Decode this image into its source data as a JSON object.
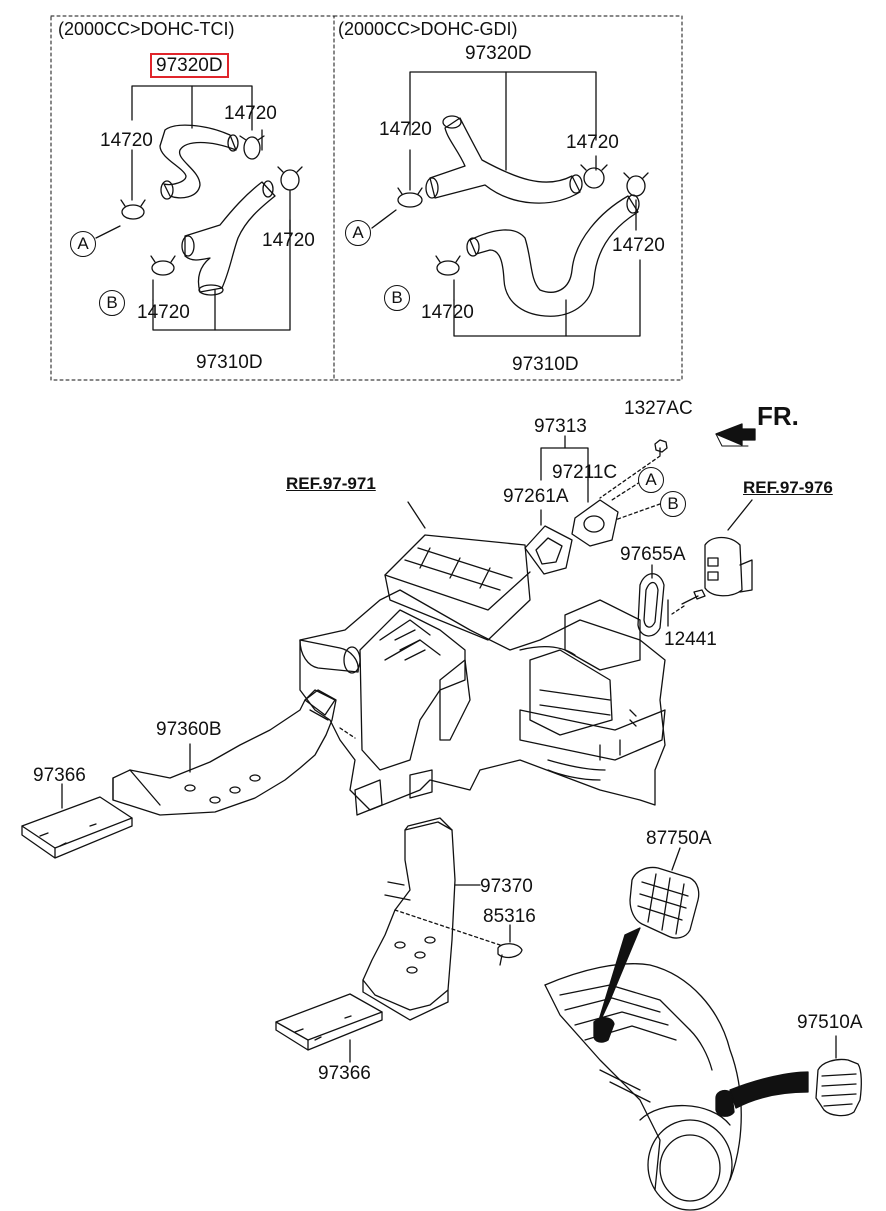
{
  "variants": {
    "left": {
      "header": "(2000CC>DOHC-TCI)"
    },
    "right": {
      "header": "(2000CC>DOHC-GDI)"
    }
  },
  "parts": {
    "hose_upper_left": "97320D",
    "hose_upper_right": "97320D",
    "clamp": "14720",
    "hose_lower": "97310D",
    "nut": "1327AC",
    "bracket_group": "97313",
    "gasket_upper": "97211C",
    "gasket_lower": "97261A",
    "seal": "97655A",
    "bolt": "12441",
    "duct_rear_left": "97360B",
    "duct_rear_plate": "97366",
    "duct_rear_center": "97370",
    "clip": "85316",
    "vent_grille": "87750A",
    "side_vent": "97510A"
  },
  "refs": {
    "ref_left": "REF.97-971",
    "ref_right": "REF.97-976"
  },
  "direction": {
    "front": "FR."
  },
  "connectors": {
    "a": "A",
    "b": "B"
  },
  "highlight_color": "#e0252b"
}
